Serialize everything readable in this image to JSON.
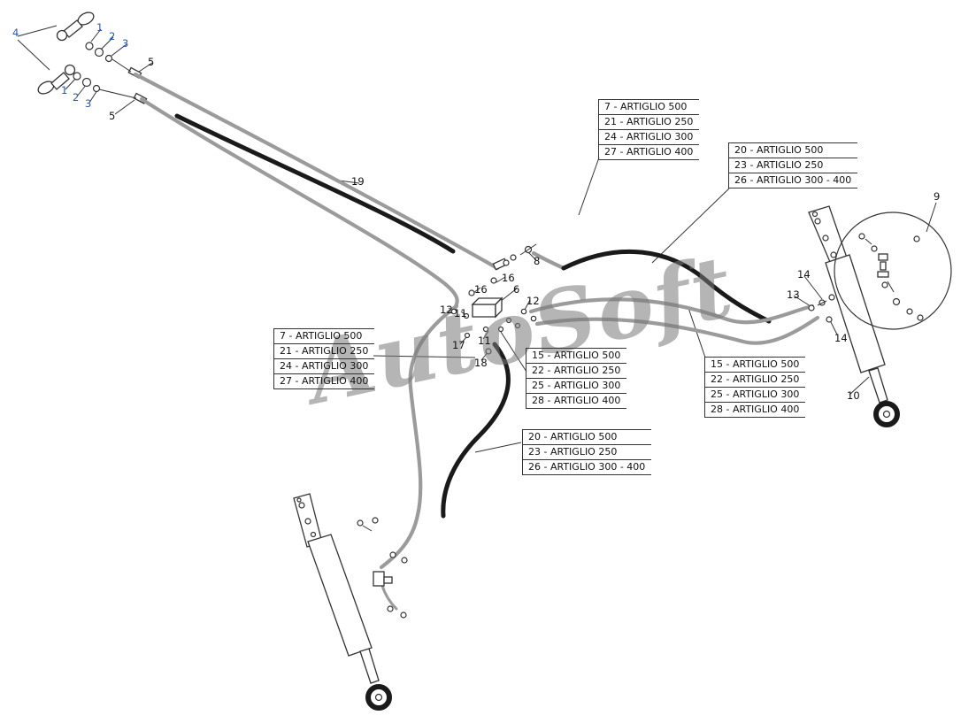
{
  "colors": {
    "line": "#333333",
    "hose_gray": "#9b9b9b",
    "hose_dark": "#1a1a1a",
    "accent_callout": "#2b5aa6",
    "watermark": "#7a7a7a"
  },
  "diagram": {
    "watermark": "AutoSoft",
    "callouts": [
      "4",
      "1",
      "2",
      "3",
      "5",
      "1",
      "2",
      "3",
      "5",
      "19",
      "8",
      "16",
      "16",
      "6",
      "12",
      "12",
      "11",
      "9",
      "14",
      "13",
      "14",
      "17",
      "11",
      "18",
      "10"
    ],
    "boxes": {
      "top": {
        "rows": [
          "7 - ARTIGLIO 500",
          "21 - ARTIGLIO 250",
          "24 - ARTIGLIO 300",
          "27 - ARTIGLIO 400"
        ]
      },
      "top_right": {
        "rows": [
          "20 - ARTIGLIO 500",
          "23 - ARTIGLIO 250",
          "26 - ARTIGLIO 300 - 400"
        ]
      },
      "left": {
        "rows": [
          "7 - ARTIGLIO 500",
          "21 - ARTIGLIO 250",
          "24 - ARTIGLIO 300",
          "27 - ARTIGLIO 400"
        ]
      },
      "middle": {
        "rows": [
          "15 - ARTIGLIO 500",
          "22 - ARTIGLIO 250",
          "25 - ARTIGLIO 300",
          "28 - ARTIGLIO 400"
        ]
      },
      "right": {
        "rows": [
          "15 - ARTIGLIO 500",
          "22 - ARTIGLIO 250",
          "25 - ARTIGLIO 300",
          "28 - ARTIGLIO 400"
        ]
      },
      "bottom": {
        "rows": [
          "20 - ARTIGLIO 500",
          "23 - ARTIGLIO 250",
          "26 - ARTIGLIO 300 - 400"
        ]
      }
    }
  }
}
